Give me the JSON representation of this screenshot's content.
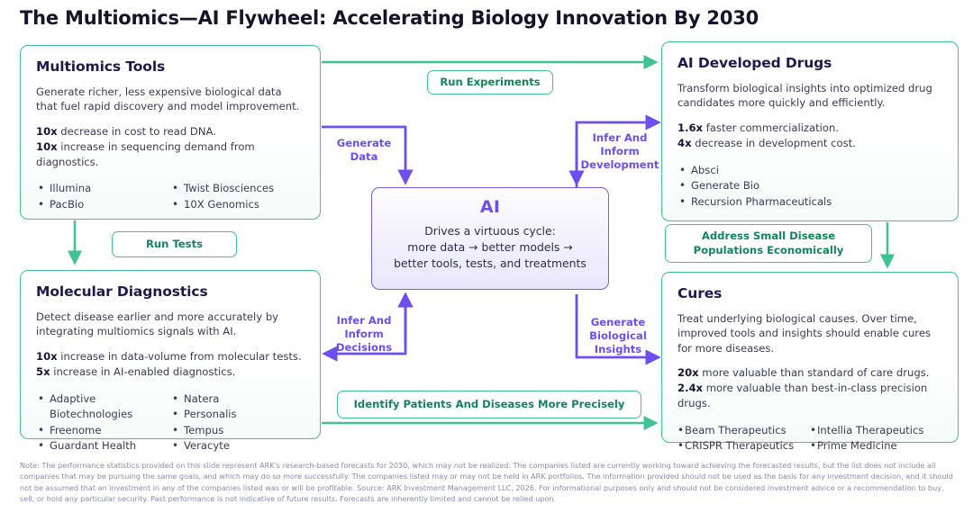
{
  "title": "The Multiomics—AI Flywheel: Accelerating Biology Innovation By 2030",
  "colors": {
    "green": "#3fc392",
    "green_text": "#12855a",
    "purple": "#6d4ff0",
    "ink": "#1d1b4b",
    "body": "#3a3a5c",
    "footnote": "#8a8ab0"
  },
  "cards": {
    "tools": {
      "heading": "Multiomics Tools",
      "desc": "Generate richer, less expensive biological data that fuel rapid discovery and model improvement.",
      "stat1_value": "10x",
      "stat1_text": " decrease in cost to read DNA.",
      "stat2_value": "10x",
      "stat2_text": " increase in sequencing demand from diagnostics.",
      "companies_left": [
        "Illumina",
        "PacBio"
      ],
      "companies_right": [
        "Twist Biosciences",
        "10X Genomics"
      ]
    },
    "drugs": {
      "heading": "AI Developed Drugs",
      "desc": "Transform biological insights into optimized drug candidates more quickly and efficiently.",
      "stat1_value": "1.6x",
      "stat1_text": " faster commercialization.",
      "stat2_value": "4x",
      "stat2_text": " decrease in development cost.",
      "companies_left": [
        "Absci",
        "Generate Bio",
        "Recursion Pharmaceuticals"
      ],
      "companies_right": []
    },
    "mdx": {
      "heading": "Molecular Diagnostics",
      "desc": "Detect disease earlier and more accurately by integrating multiomics signals with AI.",
      "stat1_value": "10x",
      "stat1_text": " increase in data-volume from molecular tests.",
      "stat2_value": "5x",
      "stat2_text": " increase in AI-enabled diagnostics.",
      "companies_left": [
        "Adaptive Biotechnologies",
        "Freenome",
        "Guardant Health"
      ],
      "companies_right": [
        "Natera",
        "Personalis",
        "Tempus",
        "Veracyte"
      ]
    },
    "cures": {
      "heading": "Cures",
      "desc": "Treat underlying biological causes. Over time, improved tools and insights should enable cures for more diseases.",
      "stat1_value": "20x",
      "stat1_text": " more valuable than standard of care drugs.",
      "stat2_value": "2.4x",
      "stat2_text": " more valuable than best-in-class precision drugs.",
      "companies_left": [
        "Beam Therapeutics",
        "CRISPR Therapeutics"
      ],
      "companies_right": [
        "Intellia Therapeutics",
        "Prime Medicine"
      ]
    }
  },
  "ai_box": {
    "title": "AI",
    "line1": "Drives a virtuous cycle:",
    "line2": "more data → better models →",
    "line3": "better tools, tests, and treatments"
  },
  "pills": {
    "run_experiments": "Run Experiments",
    "run_tests": "Run Tests",
    "address_small_disease": "Address Small Disease\nPopulations Economically",
    "identify_patients": "Identify Patients And Diseases More Precisely"
  },
  "connector_labels": {
    "generate_data": "Generate\nData",
    "infer_inform_development": "Infer And\nInform\nDevelopment",
    "infer_inform_decisions": "Infer And\nInform\nDecisions",
    "generate_biological_insights": "Generate\nBiological\nInsights"
  },
  "footnote": "Note: The performance statistics provided on this slide represent ARK's research-based forecasts for 2030, which may not be realized. The companies listed are currently working toward achieving the forecasted results, but the list does not include all companies that may be pursuing the same goals, and which may do so more successfully. The companies listed may or may not be held in ARK portfolios. The information provided should not be used as the basis for any investment decision, and it should not be assumed that an investment in any of the companies listed was or will be profitable. Source: ARK Investment Management LLC, 2026. For informational purposes only and should not be considered investment advice or a recommendation to buy, sell, or hold any particular security. Past performance is not indicative of future results. Forecasts are inherently limited and cannot be relied upon."
}
